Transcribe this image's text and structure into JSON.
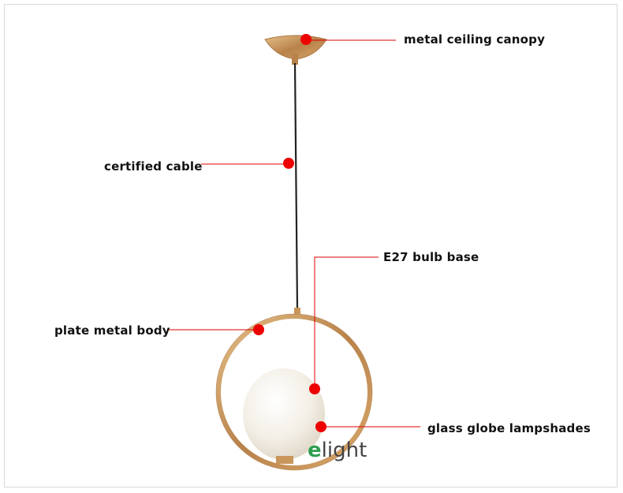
{
  "labels": {
    "canopy": "metal ceiling canopy",
    "cable": "certified cable",
    "bulb_base": "E27 bulb base",
    "body": "plate metal body",
    "shade": "glass globe lampshades"
  },
  "brand": {
    "mark": "e",
    "name": "light"
  },
  "colors": {
    "marker": "#ee0000",
    "leader_line": "#dd0000",
    "gold": "#c8955a",
    "globe": "#f4f0e8",
    "cable": "#222222"
  }
}
